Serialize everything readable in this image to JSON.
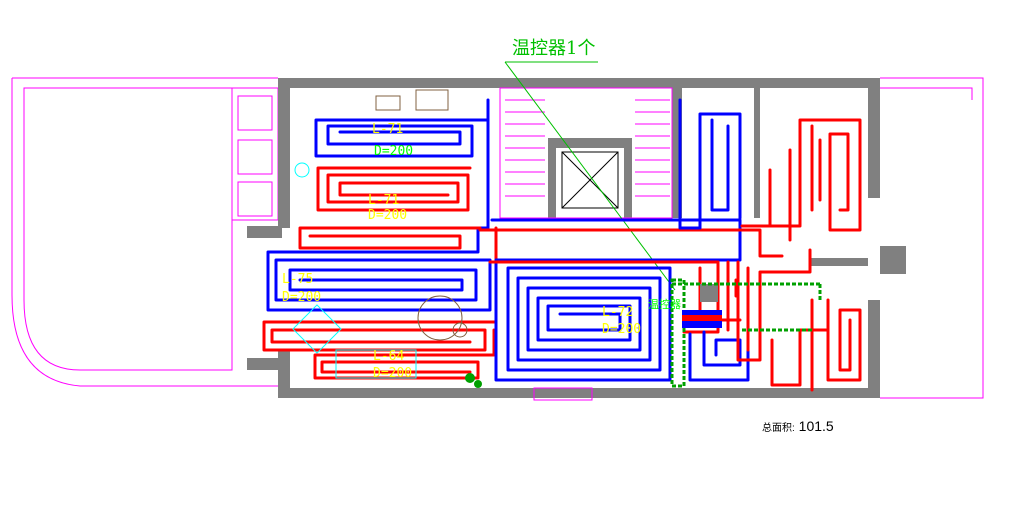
{
  "title": "温控器1个",
  "manifold_label": "温控器",
  "total_area": {
    "label": "总面积:",
    "value": "101.5"
  },
  "loops": [
    {
      "length": "L-71",
      "spacing": "D=200",
      "color": "#0000ff"
    },
    {
      "length": "L-71",
      "spacing": "D=200",
      "color": "#ff0000"
    },
    {
      "length": "L-75",
      "spacing": "D=200",
      "color": "#0000ff"
    },
    {
      "length": "L-72",
      "spacing": "D=200",
      "color": "#0000ff"
    },
    {
      "length": "L-64",
      "spacing": "D=200",
      "color": "#ff0000"
    }
  ],
  "colors": {
    "wall": "#808080",
    "outline": "#ff00ff",
    "supply": "#ff0000",
    "return": "#0000ff",
    "label": "#ffff00"
  }
}
